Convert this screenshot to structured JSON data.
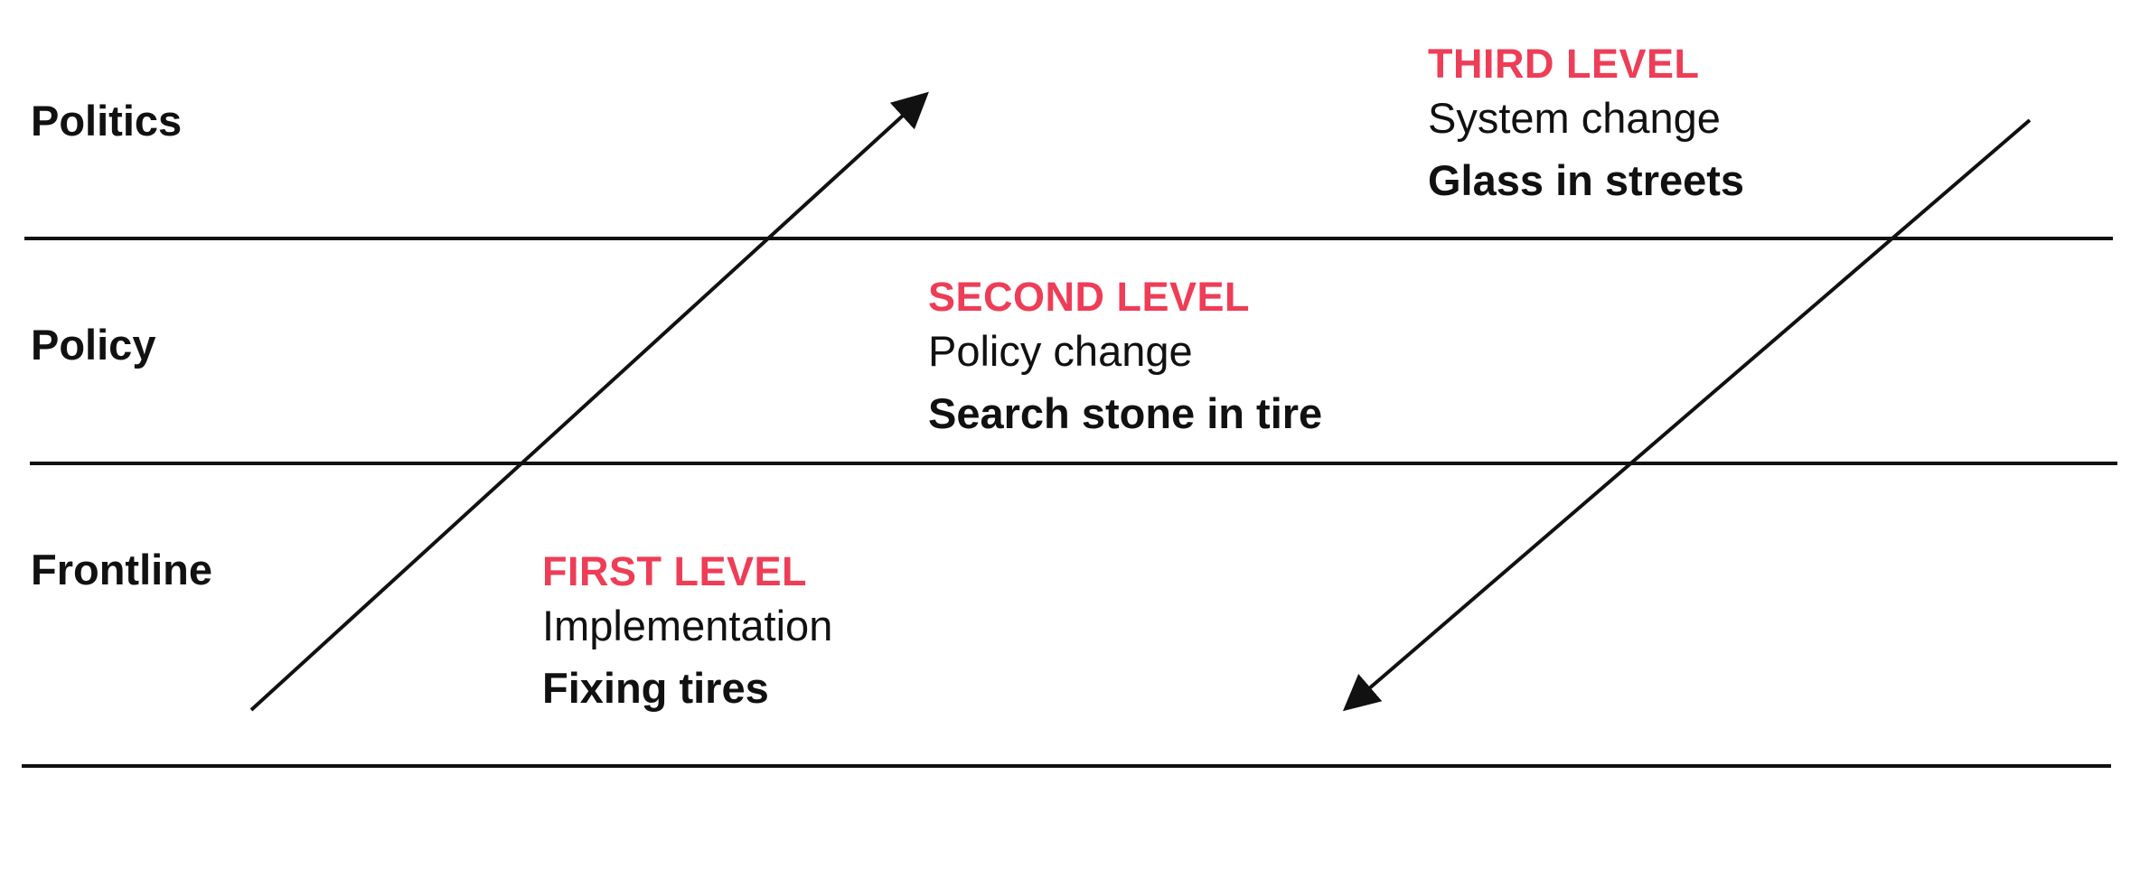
{
  "colors": {
    "accent": "#ee3d57",
    "text": "#111111",
    "line": "#111111",
    "background": "#ffffff"
  },
  "rows": {
    "politics": "Politics",
    "policy": "Policy",
    "frontline": "Frontline"
  },
  "levels": {
    "first": {
      "title": "FIRST LEVEL",
      "description": "Implementation",
      "example": "Fixing tires"
    },
    "second": {
      "title": "SECOND LEVEL",
      "description": "Policy change",
      "example": "Search stone in tire"
    },
    "third": {
      "title": "THIRD LEVEL",
      "description": "System change",
      "example": "Glass in streets"
    }
  }
}
